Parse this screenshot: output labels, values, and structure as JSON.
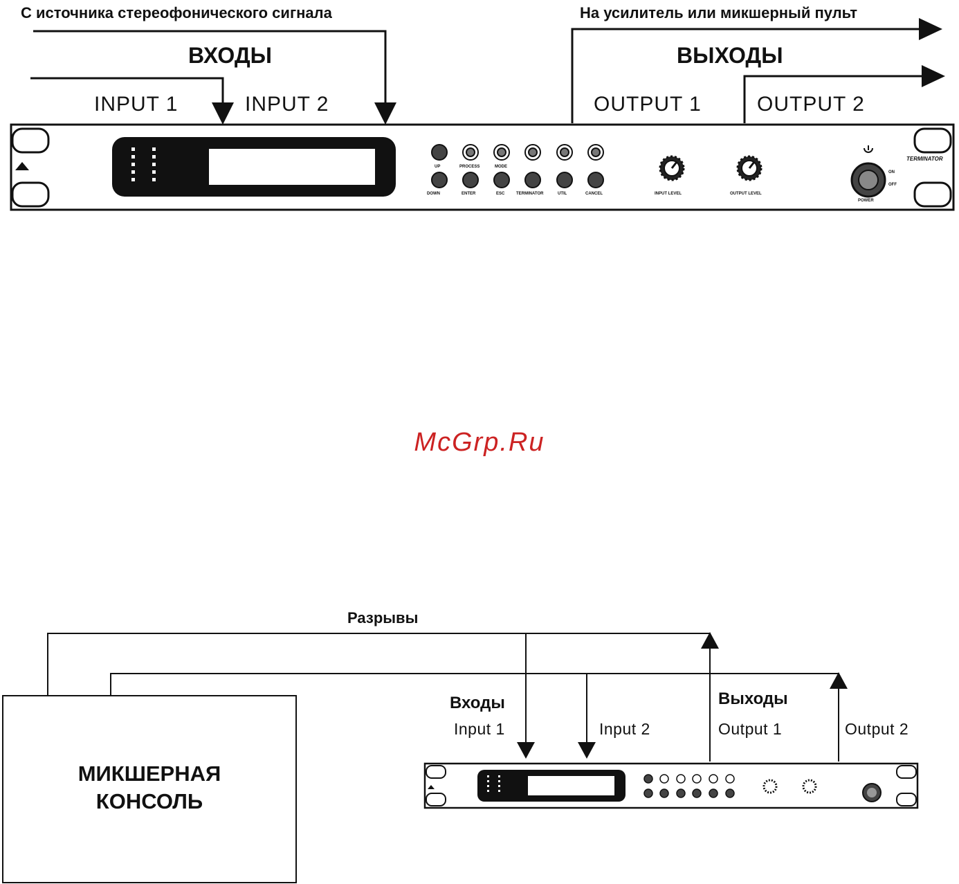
{
  "top_diagram": {
    "source_caption": "С источника стереофонического сигнала",
    "destination_caption": "На усилитель или микшерный пульт",
    "inputs_heading": "ВХОДЫ",
    "outputs_heading": "ВЫХОДЫ",
    "input1_label": "INPUT 1",
    "input2_label": "INPUT 2",
    "output1_label": "OUTPUT 1",
    "output2_label": "OUTPUT 2"
  },
  "device_panel": {
    "buttons_top_labels": [
      "UP",
      "PROCESS",
      "MODE",
      "",
      "",
      ""
    ],
    "buttons_bottom_labels": [
      "DOWN",
      "ENTER",
      "ESC",
      "TERMINATOR",
      "UTIL",
      "CANCEL"
    ],
    "knob1_label": "INPUT LEVEL",
    "knob2_label": "OUTPUT LEVEL",
    "power_label": "POWER",
    "power_on": "ON",
    "power_off": "OFF",
    "brand_title": "TERMINATOR"
  },
  "watermark": "McGrp.Ru",
  "bottom_diagram": {
    "breaks_label": "Разрывы",
    "inputs_heading": "Входы",
    "outputs_heading": "Выходы",
    "input1_label": "Input 1",
    "input2_label": "Input 2",
    "output1_label": "Output 1",
    "output2_label": "Output 2",
    "console_line1": "МИКШЕРНАЯ",
    "console_line2": "КОНСОЛЬ"
  },
  "colors": {
    "line": "#111111",
    "watermark": "#cc2222",
    "panel_fill": "#ffffff"
  }
}
